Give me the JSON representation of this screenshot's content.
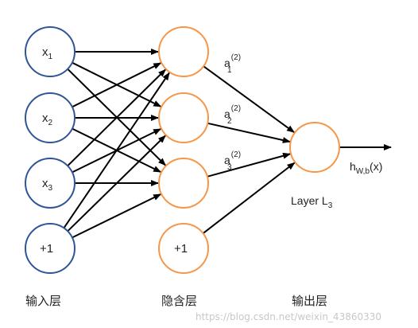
{
  "diagram": {
    "input_nodes": [
      {
        "main": "x",
        "sub": "1"
      },
      {
        "main": "x",
        "sub": "2"
      },
      {
        "main": "x",
        "sub": "3"
      },
      {
        "main": "+1",
        "sub": ""
      }
    ],
    "hidden_nodes": [
      {
        "main": "",
        "sub": ""
      },
      {
        "main": "",
        "sub": ""
      },
      {
        "main": "",
        "sub": ""
      },
      {
        "main": "+1",
        "sub": ""
      }
    ],
    "activation_labels": [
      {
        "main": "a",
        "sup": "(2)",
        "sub": "1"
      },
      {
        "main": "a",
        "sup": "(2)",
        "sub": "2"
      },
      {
        "main": "a",
        "sup": "(2)",
        "sub": "3"
      }
    ],
    "output_layer_label": {
      "main": "Layer L",
      "sub": "3"
    },
    "hypothesis": {
      "main": "h",
      "sub": "W,b",
      "suffix": "(x)"
    },
    "layer_captions": {
      "input": "输入层",
      "hidden": "隐含层",
      "output": "输出层"
    },
    "watermark": "https://blog.csdn.net/weixin_43860330",
    "colors": {
      "input_node": "#2f5597",
      "hidden_node": "#f79646",
      "output_node": "#f79646",
      "edge": "#000000"
    }
  }
}
